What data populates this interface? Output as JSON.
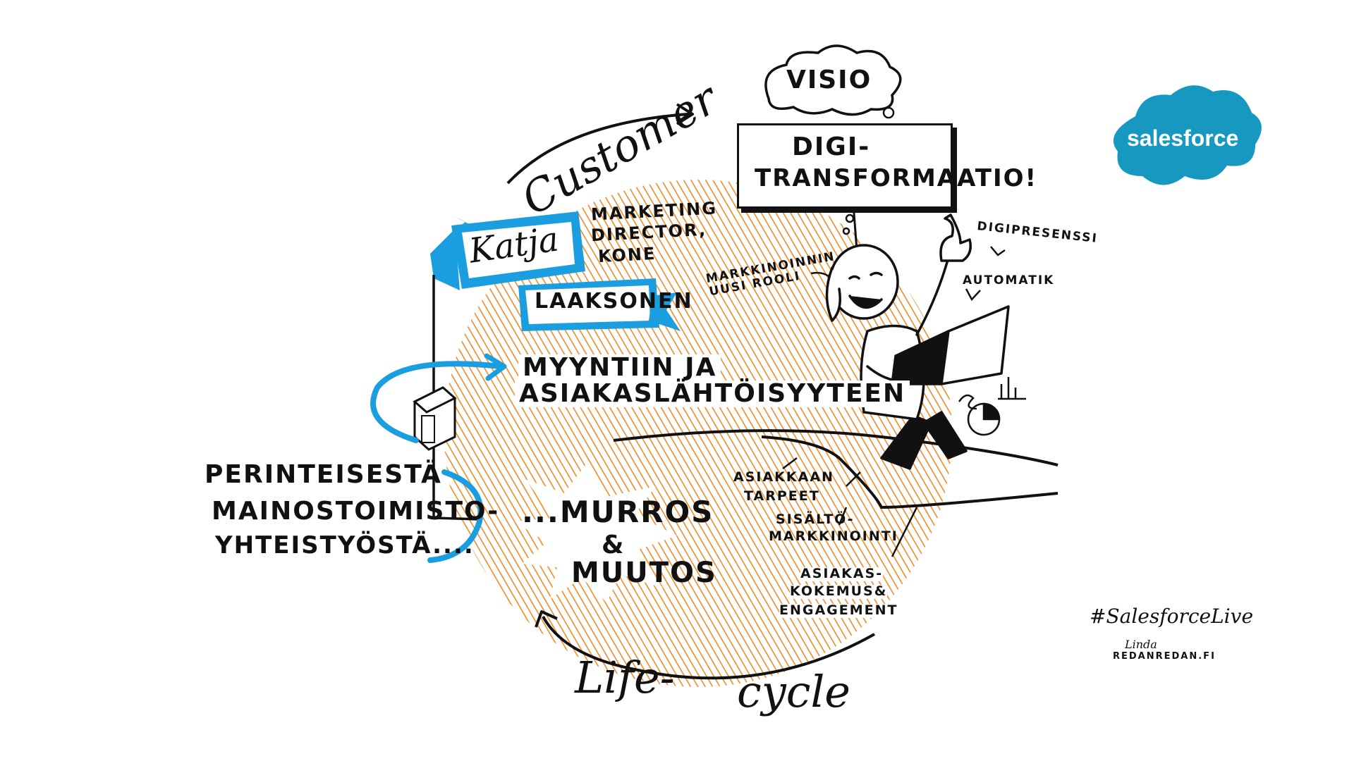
{
  "colors": {
    "orange": "#f08a24",
    "blue": "#1a9ee0",
    "ink": "#111111",
    "salesforce_blue": "#1798c1"
  },
  "cycle": {
    "top_label": "Customer",
    "bottom_label_1": "Life-",
    "bottom_label_2": "cycle"
  },
  "thought_cloud": {
    "text": "VISIO"
  },
  "speech_box": {
    "line1": "DIGI-",
    "line2": "TRANSFORMAATIO!"
  },
  "speaker": {
    "first_name": "Katja",
    "last_name": "LAAKSONEN",
    "role_line1": "MARKETING",
    "role_line2": "DIRECTOR,",
    "role_line3": "KONE"
  },
  "main_statement": {
    "line1": "MYYNTIIN JA",
    "line2": "ASIAKASLÄHTÖISYYTEEN"
  },
  "origin_statement": {
    "line1": "PERINTEISESTÄ",
    "line2": "MAINOSTOIMISTO-",
    "line3": "YHTEISTYÖSTÄ...."
  },
  "change": {
    "line1": "...MURROS",
    "line2": "&",
    "line3": "MUUTOS"
  },
  "annotations": {
    "new_role_line1": "MARKKINOINNIN",
    "new_role_line2": "UUSI ROOLI",
    "digipresence": "DIGIPRESENSSI",
    "automation": "AUTOMATIK",
    "customer_needs_line1": "ASIAKKAAN",
    "customer_needs_line2": "TARPEET",
    "content_line1": "SISÄLTÖ-",
    "content_line2": "MARKKINOINTI",
    "cx_line1": "ASIAKAS-",
    "cx_line2": "KOKEMUS&",
    "cx_line3": "ENGAGEMENT"
  },
  "hashtag": "#SalesforceLive",
  "signature_line1": "Linda",
  "signature_line2": "REDANREDAN.fi",
  "logo": {
    "text": "salesforce"
  }
}
